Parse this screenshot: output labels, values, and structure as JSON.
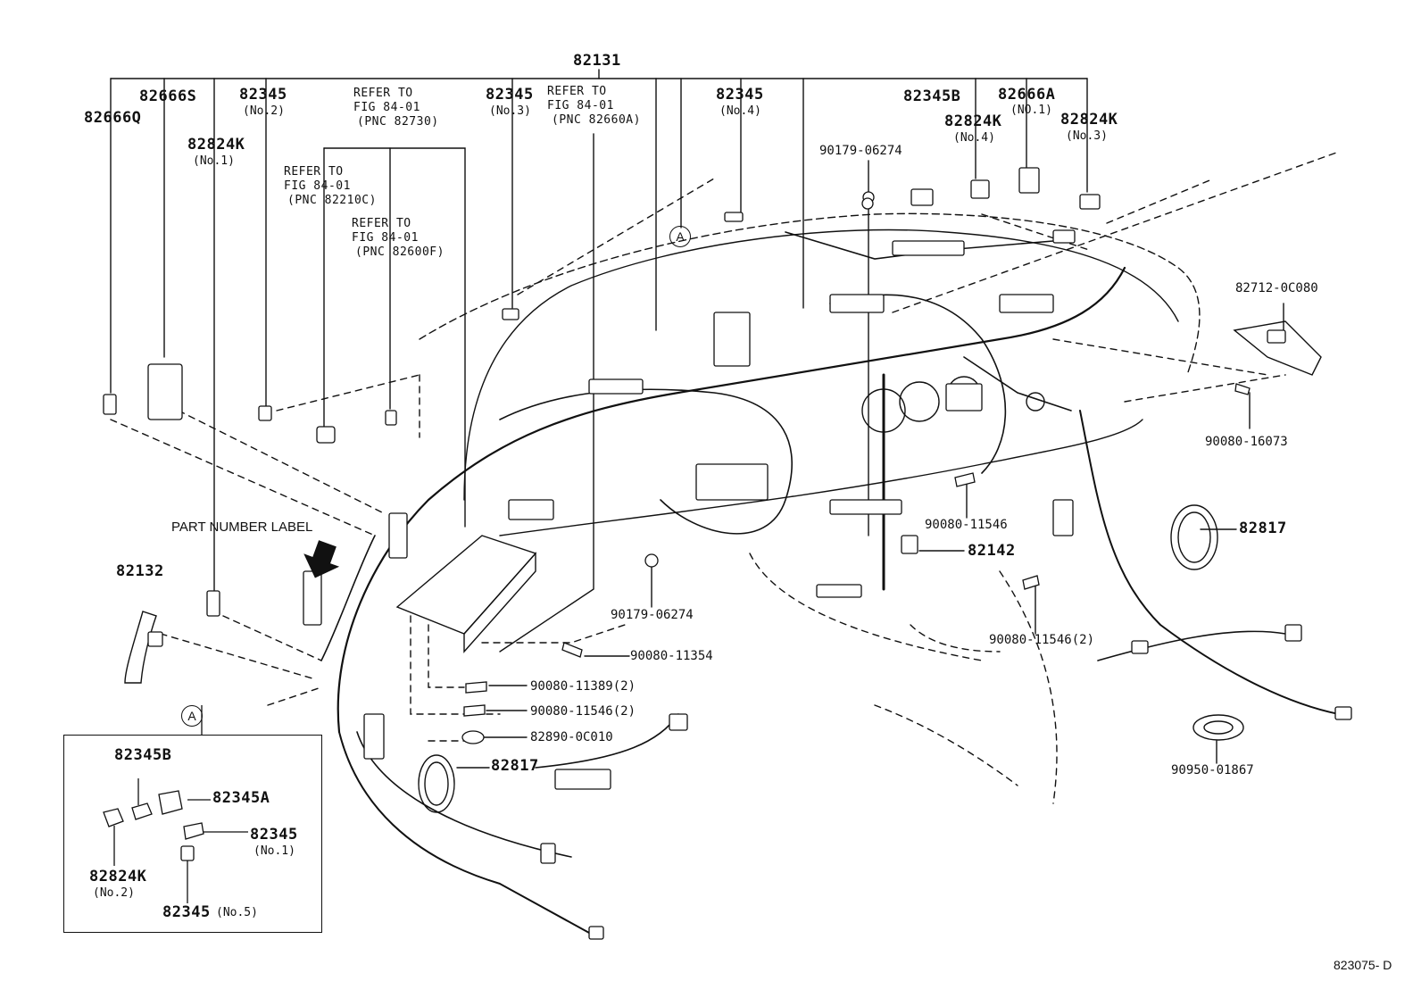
{
  "diagram": {
    "labels": {
      "top_assembly": "82131",
      "p_82666Q": "82666Q",
      "p_82666S": "82666S",
      "p_82345_no2": "82345",
      "p_82345_no2_sub": "(No.2)",
      "ref1_l1": "REFER TO",
      "ref1_l2": "FIG 84-01",
      "ref1_l3": "(PNC 82730)",
      "p_82824K_no1": "82824K",
      "p_82824K_no1_sub": "(No.1)",
      "ref2_l1": "REFER TO",
      "ref2_l2": "FIG 84-01",
      "ref2_l3": "(PNC 82210C)",
      "ref3_l1": "REFER TO",
      "ref3_l2": "FIG 84-01",
      "ref3_l3": "(PNC 82600F)",
      "p_82345_no3": "82345",
      "p_82345_no3_sub": "(No.3)",
      "ref4_l1": "REFER TO",
      "ref4_l2": "FIG 84-01",
      "ref4_l3": "(PNC 82660A)",
      "p_82345_no4": "82345",
      "p_82345_no4_sub": "(No.4)",
      "p_90179_06274_top": "90179-06274",
      "p_82345B_top": "82345B",
      "p_82824K_no4": "82824K",
      "p_82824K_no4_sub": "(No.4)",
      "p_82666A": "82666A",
      "p_82666A_sub": "(NO.1)",
      "p_82824K_no3": "82824K",
      "p_82824K_no3_sub": "(No.3)",
      "p_82712": "82712-0C080",
      "p_90080_16073": "90080-16073",
      "part_number_label": "PART NUMBER LABEL",
      "p_82132": "82132",
      "p_90080_11546_mid": "90080-11546",
      "p_82142": "82142",
      "p_82817_right": "82817",
      "p_90179_06274_mid": "90179-06274",
      "p_90080_11546_2_right": "90080-11546(2)",
      "p_90080_11354": "90080-11354",
      "p_90080_11389": "90080-11389(2)",
      "p_90080_11546_2_left": "90080-11546(2)",
      "p_82890": "82890-0C010",
      "p_82817_left": "82817",
      "p_90950_01867": "90950-01867",
      "callout_a": "A",
      "inset_callout_a": "A",
      "inset_82345B": "82345B",
      "inset_82345A": "82345A",
      "inset_82345_no1": "82345",
      "inset_82345_no1_sub": "(No.1)",
      "inset_82824K_no2": "82824K",
      "inset_82824K_no2_sub": "(No.2)",
      "inset_82345_no5": "82345",
      "inset_82345_no5_sub": "(No.5)",
      "drawing_id": "823075- D"
    }
  }
}
